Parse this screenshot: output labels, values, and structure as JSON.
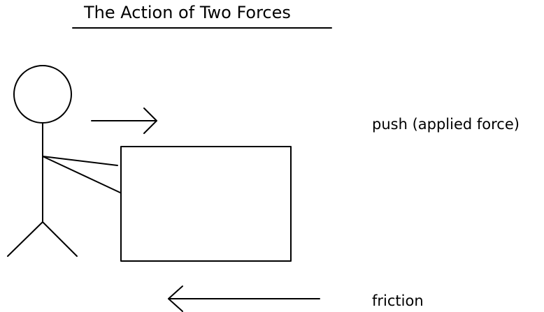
{
  "title": "The Action of Two Forces",
  "labels": {
    "push": "push (applied force)",
    "friction": "friction"
  },
  "colors": {
    "stroke": "#000000",
    "background": "#ffffff"
  }
}
